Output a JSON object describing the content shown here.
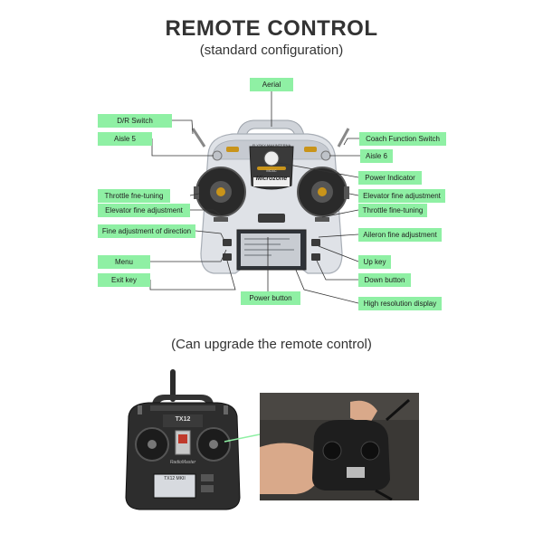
{
  "title": "REMOTE CONTROL",
  "subtitle": "(standard configuration)",
  "upgrade_caption": "(Can upgrade the remote control)",
  "transmitter_text": {
    "top_brand": "FLYSKY MAXINTERNA",
    "logo": "Microzone",
    "model_small": "MC6C"
  },
  "product_text": {
    "model": "TX12",
    "brand": "RadioMaster",
    "screen": "TX12 MKII"
  },
  "labels": {
    "aerial": "Aerial",
    "dr_switch": "D/R Switch",
    "aisle5": "Aisle 5",
    "coach_switch": "Coach Function Switch",
    "aisle6": "Aisle 6",
    "power_indicator": "Power Indicator",
    "throttle_fine_left": "Throttle fne-tuning",
    "elevator_fine_left": "Elevator fine adjustment",
    "elevator_fine_right": "Elevator fine adjustment",
    "throttle_fine_right": "Throttle fine-tuning",
    "fine_direction": "Fine adjustment of direction",
    "aileron_fine": "Aileron fine adjustment",
    "menu": "Menu",
    "up_key": "Up key",
    "exit_key": "Exit key",
    "down_button": "Down button",
    "power_button": "Power button",
    "display": "High resolution display"
  },
  "colors": {
    "label_bg": "#8ff0a4",
    "leader_line": "#333333",
    "transmitter_body": "#dfe2e7",
    "accent_gold": "#c9941a"
  }
}
